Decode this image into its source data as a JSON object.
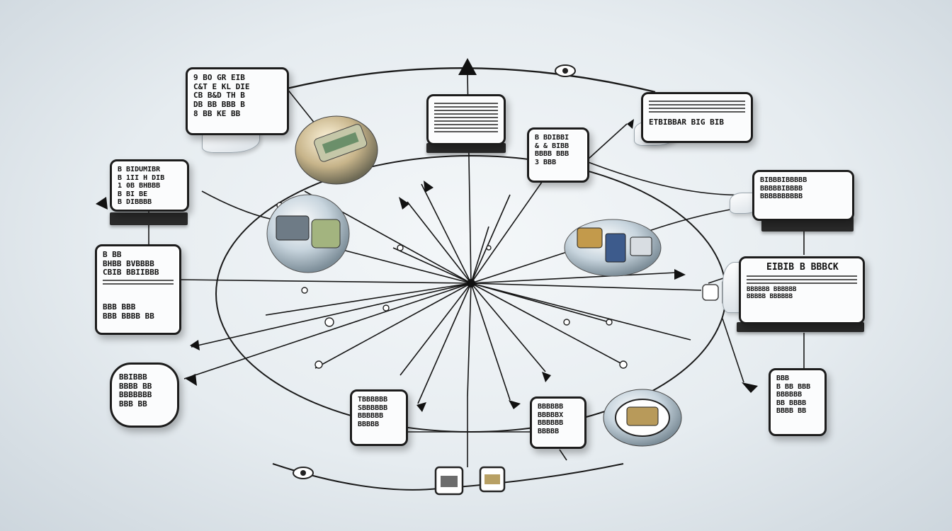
{
  "colors": {
    "background": "#e6ecf0",
    "line": "#1a1a1a",
    "panel": "#fbfcfd",
    "border": "#1c1c1c"
  },
  "icons": [
    "arrow-head-icon",
    "paper-curl-icon",
    "globe-icon",
    "device-icon",
    "link-node-icon"
  ],
  "nodes": [
    {
      "id": "tl",
      "lines": [
        "9 BO GR EIB",
        "C&T E KL DIE",
        "CB B&D TH B",
        "DB BB BBB B",
        "8 BB KE BB"
      ]
    },
    {
      "id": "ml",
      "lines": [
        "B BIDUMIBR",
        "B 1II H DIB",
        "1 0B BHBBB",
        "B BI BE",
        "B DIBBBB"
      ]
    },
    {
      "id": "l",
      "lines": [
        "B BB",
        "BHBB BVBBBB",
        "CBIB BBIIBBB",
        "BBB BBB",
        "BBB BBBB BB"
      ]
    },
    {
      "id": "bl",
      "lines": [
        "BBIBBB",
        "BBBB BB",
        "BBBBBBB",
        "BBB BB"
      ]
    },
    {
      "id": "tc",
      "lines": [
        "B BDIBBI",
        "& & BIBB",
        "BBBB BBB",
        "3 BBB"
      ]
    },
    {
      "id": "tr",
      "lines": [
        "ETBIBBAR BIG BIB"
      ]
    },
    {
      "id": "r",
      "lines": [
        "BIBBBIBBBBB",
        "BBBBBIBBBB",
        "BBBBBBBBBB"
      ]
    },
    {
      "id": "rc",
      "lines": [
        "EIBIB B BBBCK",
        "BBBBBB BBBBBB",
        "BBBBB BBBBBB"
      ]
    },
    {
      "id": "br",
      "lines": [
        "BBB",
        "B BB BBB",
        "BBBBBB",
        "BB BBBB",
        "BBBB BB"
      ]
    },
    {
      "id": "bc1",
      "lines": [
        "TBBBBBB",
        "SBBBBBB",
        "BBBBBB",
        "BBBBB"
      ]
    },
    {
      "id": "bc2",
      "lines": [
        "BBBBBB",
        "BBBBBX",
        "BBBBBB",
        "BBBBB"
      ]
    }
  ]
}
